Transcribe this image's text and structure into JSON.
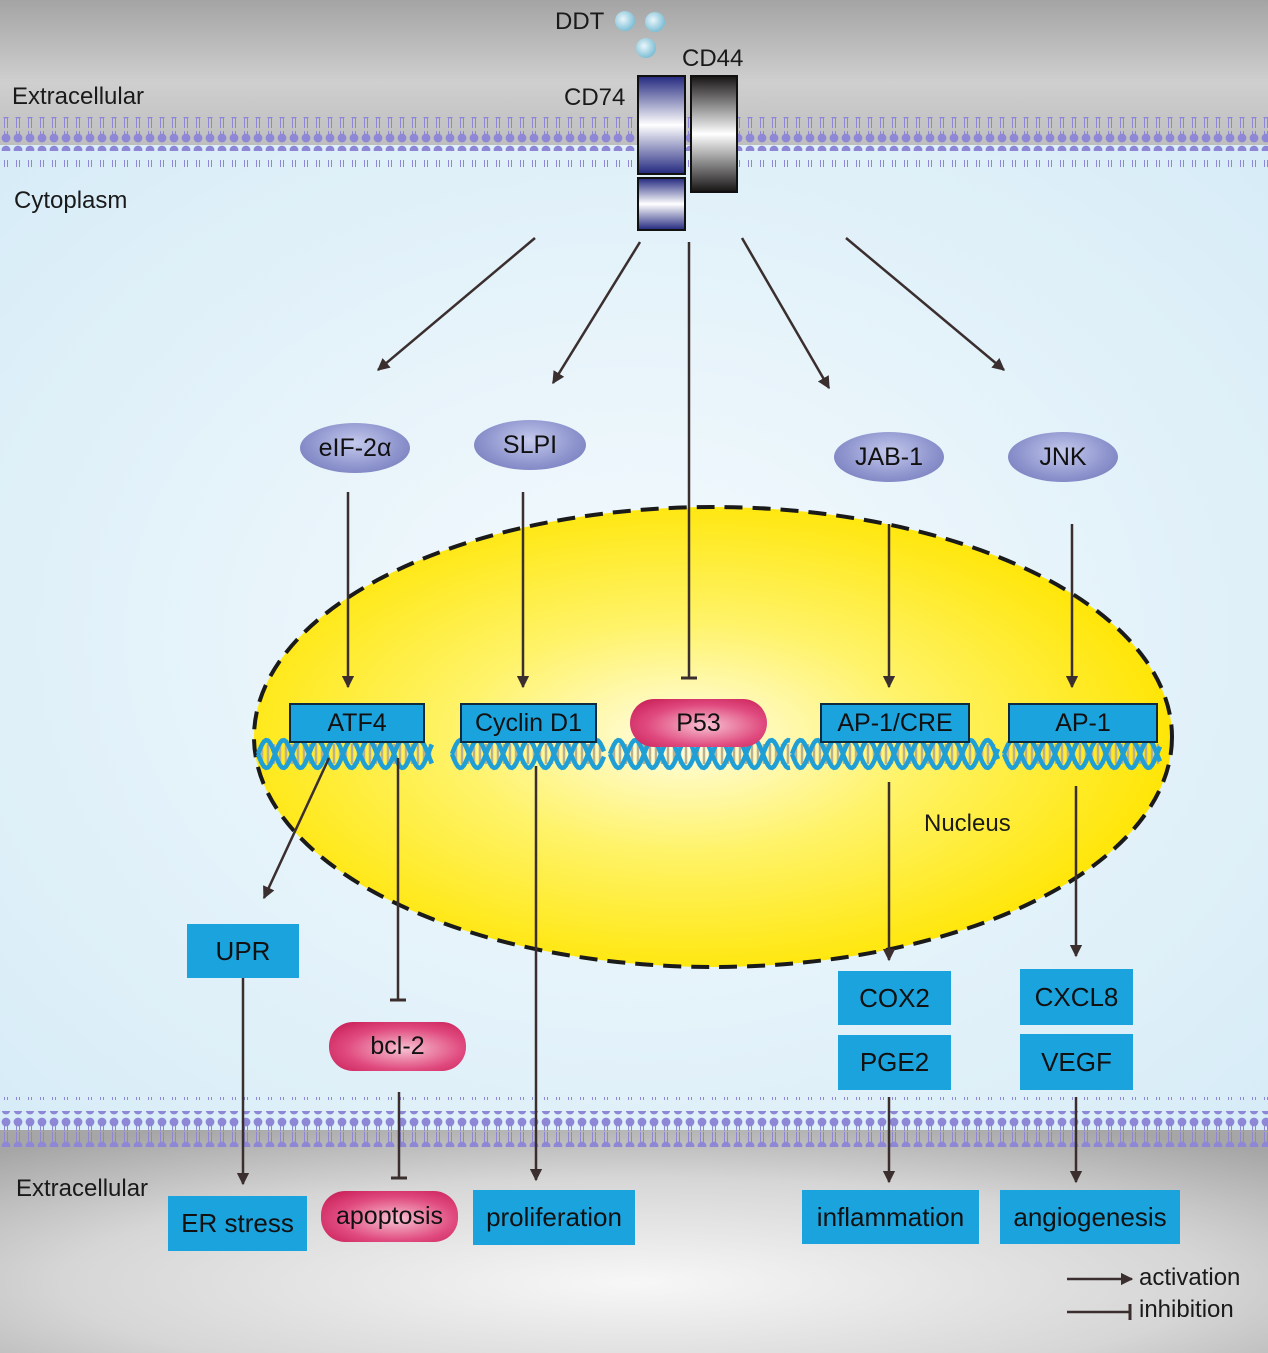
{
  "labels": {
    "extracellular_top": "Extracellular",
    "cytoplasm": "Cytoplasm",
    "extracellular_bottom": "Extracellular",
    "nucleus": "Nucleus",
    "ddt": "DDT",
    "cd74": "CD74",
    "cd44": "CD44"
  },
  "cytoplasmic_mediators": [
    "eIF-2α",
    "SLPI",
    "JAB-1",
    "JNK"
  ],
  "transcription_factors": [
    "ATF4",
    "Cyclin D1",
    "P53",
    "AP-1/CRE",
    "AP-1"
  ],
  "intermediates": {
    "upr": "UPR",
    "bcl2": "bcl-2",
    "cox2": "COX2",
    "pge2": "PGE2",
    "cxcl8": "CXCL8",
    "vegf": "VEGF"
  },
  "outcomes": [
    "ER stress",
    "apoptosis",
    "proliferation",
    "inflammation",
    "angiogenesis"
  ],
  "legend": {
    "activation": "activation",
    "inhibition": "inhibition"
  },
  "colors": {
    "box_blue": "#1ba3de",
    "inhibitor_pink": "#d1225c",
    "mediator_purple": "#8b92cc",
    "nucleus_yellow": "#ffe600",
    "membrane_purple": "#8d87d6",
    "receptor_cd74": "#2b2f8f",
    "receptor_cd44": "#1a1716",
    "arrow": "#3a2e2e"
  }
}
